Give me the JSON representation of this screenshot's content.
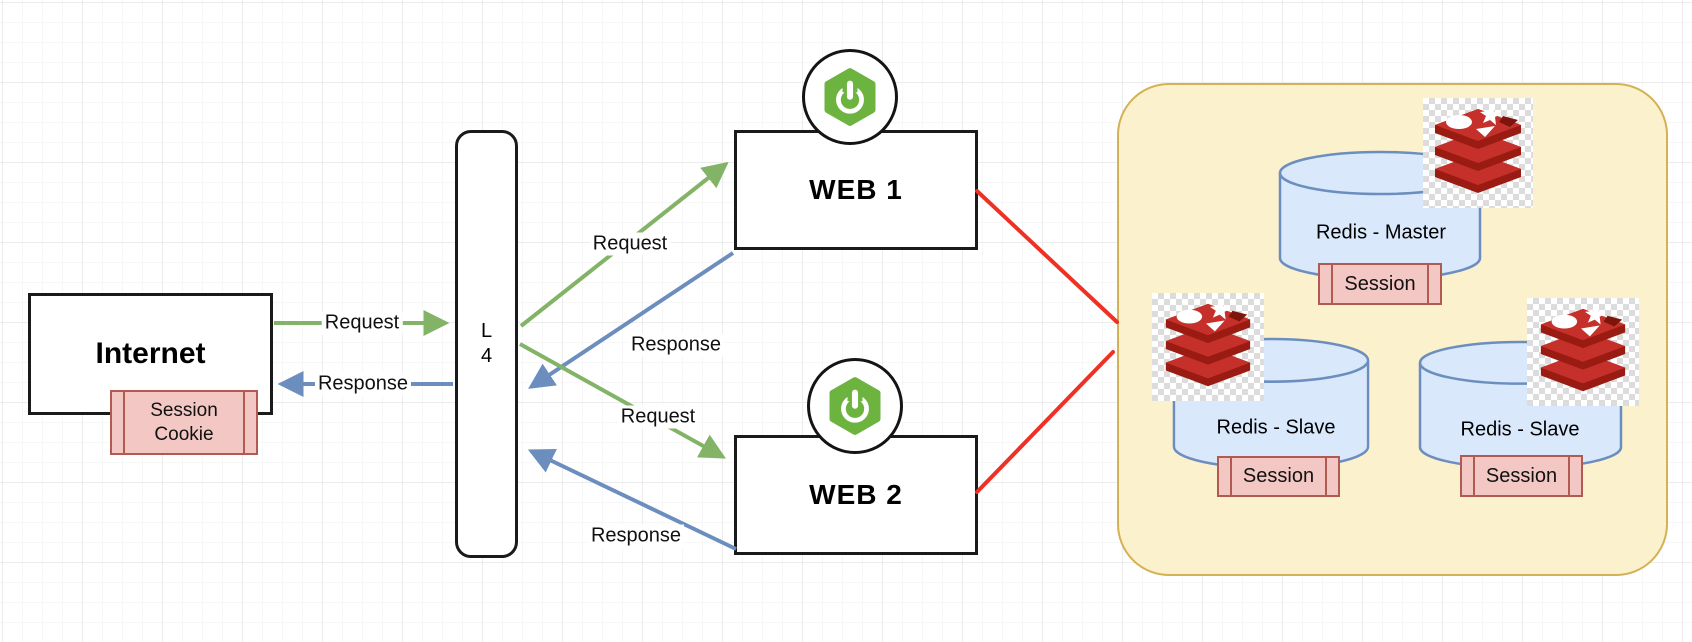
{
  "nodes": {
    "internet": {
      "label": "Internet"
    },
    "session_cookie": {
      "lines": [
        "Session",
        "Cookie"
      ]
    },
    "load_balancer": {
      "lines": [
        "L",
        "4"
      ]
    },
    "web1": {
      "label": "WEB 1"
    },
    "web2": {
      "label": "WEB 2"
    }
  },
  "cluster": {
    "master": {
      "label": "Redis - Master",
      "session": "Session"
    },
    "slave_left": {
      "label": "Redis - Slave",
      "session": "Session"
    },
    "slave_right": {
      "label": "Redis - Slave",
      "session": "Session"
    }
  },
  "edge_labels": {
    "internet_request": "Request",
    "internet_response": "Response",
    "web1_request": "Request",
    "web1_response": "Response",
    "web2_request": "Request",
    "web2_response": "Response"
  },
  "icons": {
    "web_server": "spring-boot-icon",
    "cache": "redis-icon"
  },
  "colors": {
    "request_green": "#82b366",
    "response_blue": "#6c8ebf",
    "redis_link_red": "#ee3124",
    "cluster_fill": "#fbf1cd",
    "cluster_border": "#d4b154",
    "cylinder_fill": "#dae8fc",
    "cylinder_border": "#6c8ebf",
    "session_fill": "#f3c7c3",
    "session_border": "#b05a52",
    "spring_green": "#6db33f",
    "redis_red": "#c6302b",
    "redis_red_dark": "#991b12",
    "redis_hole": "#7d150d",
    "node_border": "#1a1a1a"
  }
}
